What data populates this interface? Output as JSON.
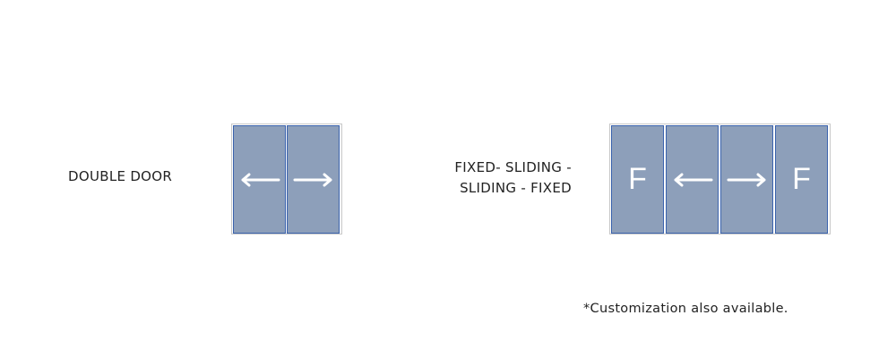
{
  "configs": [
    {
      "name": "DOUBLE DOOR",
      "panels": [
        "arrow-left",
        "arrow-right"
      ]
    },
    {
      "name_lines": [
        "FIXED- SLIDING -",
        "SLIDING - FIXED"
      ],
      "panels": [
        "F",
        "arrow-left",
        "arrow-right",
        "F"
      ]
    }
  ],
  "fixed_label": "F",
  "footnote": "*Customization also available.",
  "colors": {
    "panel": "#8d9fba",
    "panel_border": "#3b63ad",
    "frame": "#c8c8c8"
  }
}
